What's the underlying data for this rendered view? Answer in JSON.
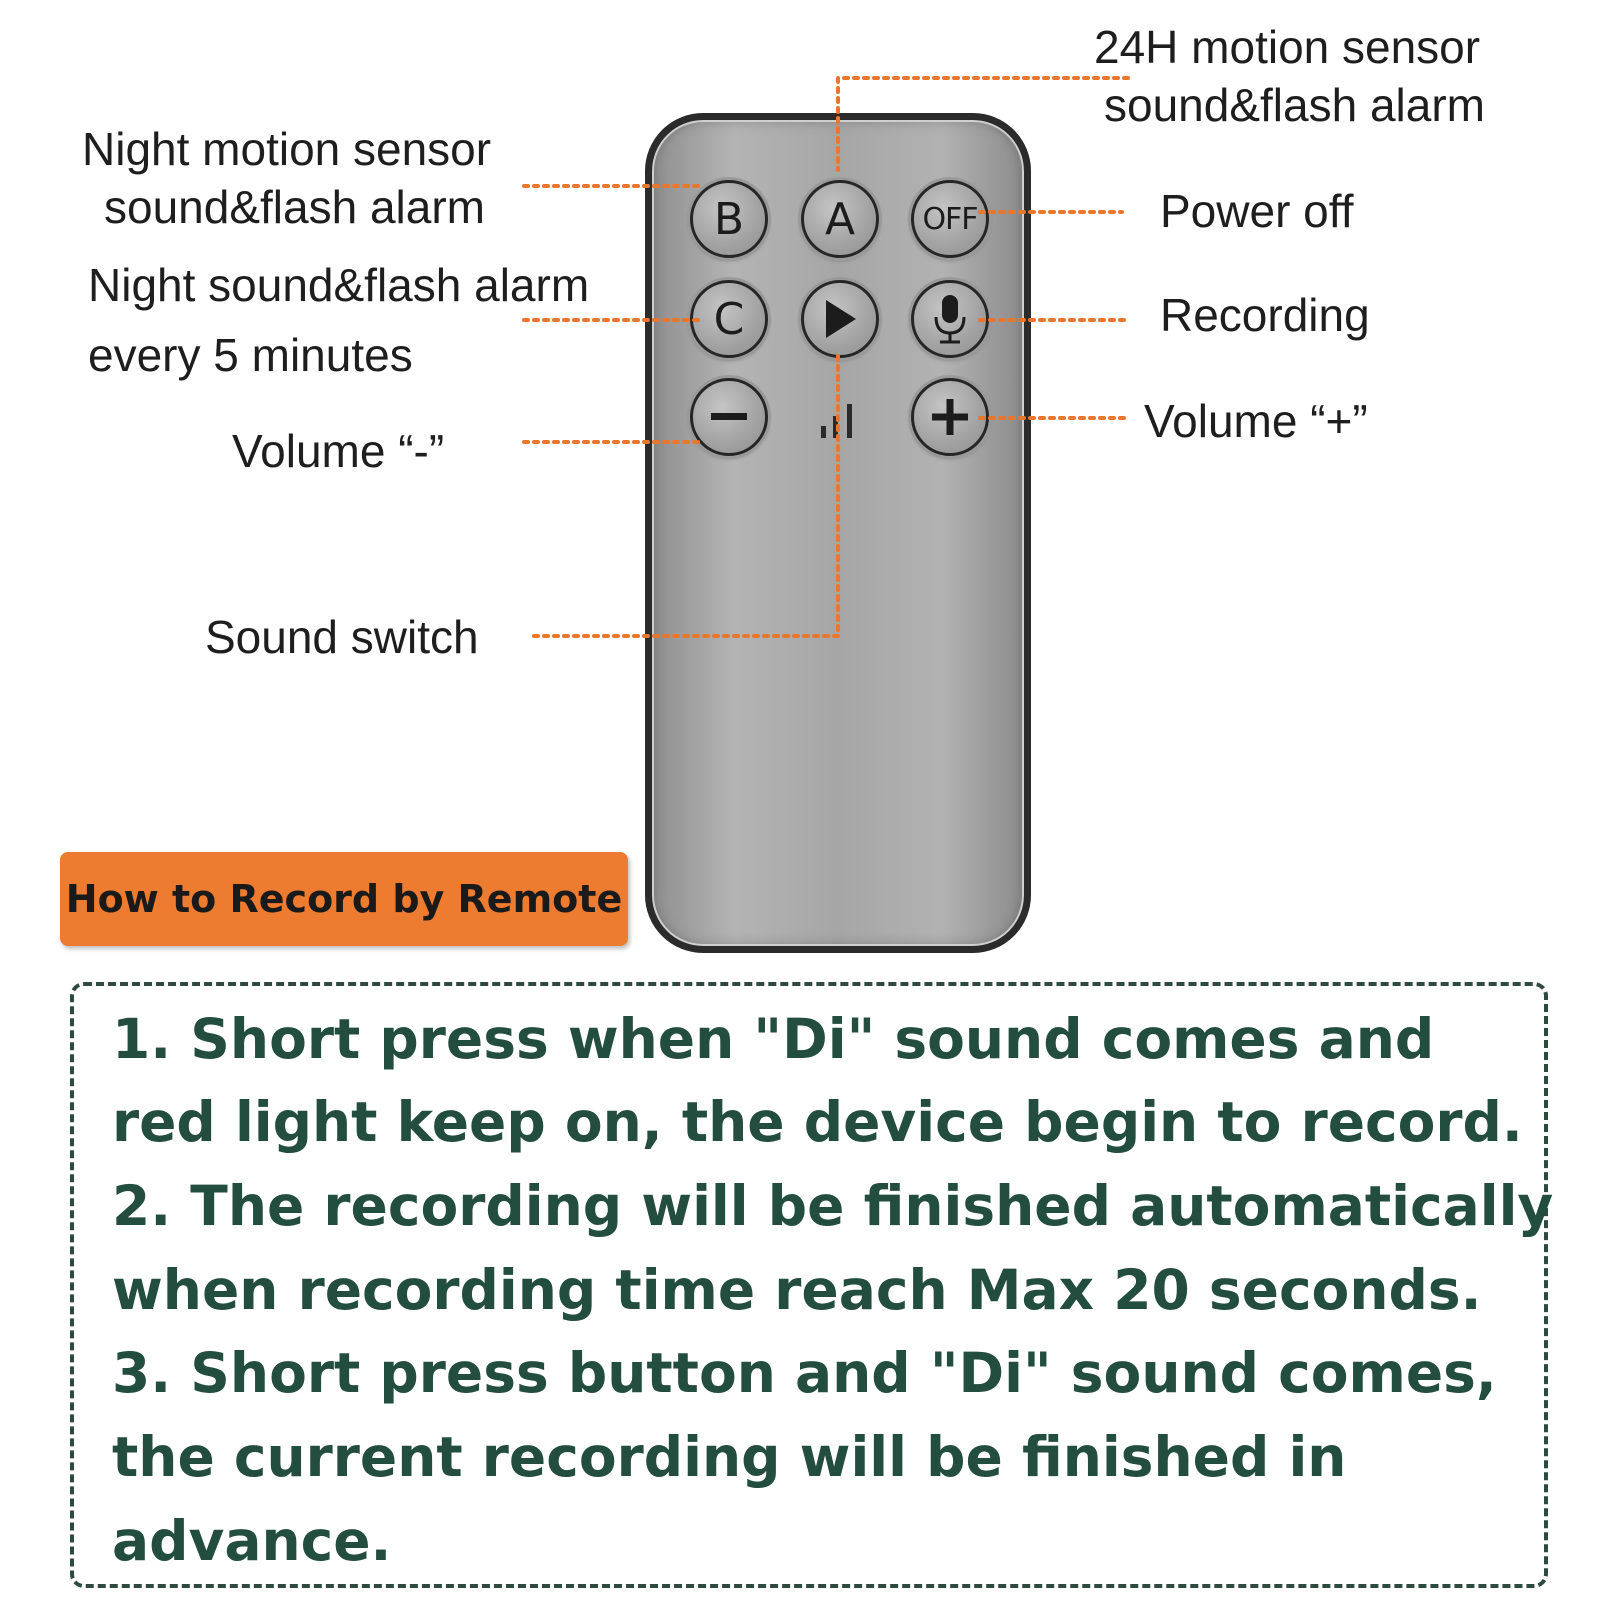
{
  "labels": {
    "night_motion": [
      "Night motion sensor",
      "sound&flash alarm"
    ],
    "motion_24h": [
      "24H motion sensor",
      "sound&flash alarm"
    ],
    "night_alarm": [
      "Night sound&flash alarm",
      "every 5 minutes"
    ],
    "volume_minus": "Volume “-”",
    "volume_plus": "Volume “+”",
    "power_off": "Power off",
    "recording": "Recording",
    "sound_switch": "Sound switch"
  },
  "remote": {
    "buttons": {
      "b": "B",
      "a": "A",
      "off": "OFF",
      "c": "C"
    },
    "icons": {
      "play": "play-icon",
      "microphone": "microphone-icon",
      "minus": "minus-icon",
      "plus": "plus-icon",
      "volume_indicator": "volume-bars-icon"
    }
  },
  "title": "How to Record by Remote",
  "instructions": [
    "1. Short press when \"Di\" sound comes and",
    " red light keep on, the device begin to record.",
    "2. The recording will be finished automatically",
    "when recording time reach Max 20 seconds.",
    "3. Short press button and \"Di\" sound comes,",
    "the current recording will be finished in",
    "advance."
  ],
  "colors": {
    "leader_lines": "#e8772e",
    "title_badge": "#ed7b30",
    "instruction_text": "#234d3e",
    "remote_body": "#a8a8a8"
  }
}
